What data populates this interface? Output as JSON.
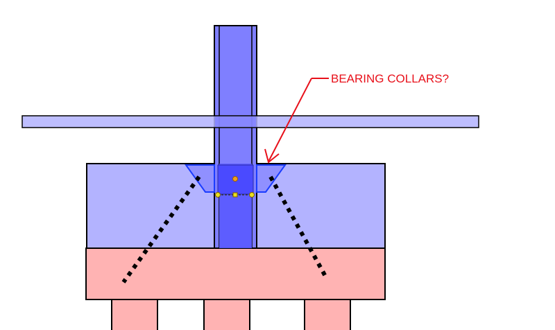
{
  "annotation": {
    "label": "BEARING COLLARS?"
  },
  "colors": {
    "column_fill": "#7f7fff",
    "column_web": "#5a5aff",
    "beam_fill": "#b3b3ff",
    "block_fill": "#b3b3ff",
    "pile_cap_fill": "#ffb3b3",
    "pile_fill": "#ffb3b3",
    "collar_fill": "#9090ff",
    "collar_stroke": "#1a3cff",
    "annotation": "#e8101a",
    "outline": "#000000",
    "bolt": "#e8e020",
    "center_mark": "#f0a020"
  },
  "components": {
    "horizontal_beam": "horizontal-beam",
    "column": "steel-column",
    "concrete_block": "concrete-block",
    "pile_cap": "pile-cap",
    "piles": [
      "pile-left",
      "pile-middle",
      "pile-right"
    ],
    "collars": [
      "bearing-collar-left",
      "bearing-collar-right"
    ],
    "load_lines": [
      "load-path-left",
      "load-path-right"
    ]
  }
}
